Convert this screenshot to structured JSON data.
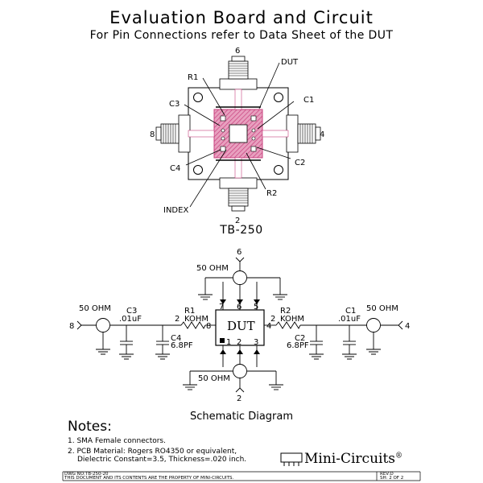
{
  "title": "Evaluation Board and Circuit",
  "subtitle": "For Pin Connections refer to Data Sheet of the DUT",
  "board": {
    "label": "TB-250",
    "labels": {
      "r1": "R1",
      "c3": "C3",
      "c4": "C4",
      "dut": "DUT",
      "c1": "C1",
      "c2": "C2",
      "r2": "R2",
      "index": "INDEX"
    },
    "ports": {
      "top": "6",
      "left": "8",
      "right": "4",
      "bottom": "2"
    }
  },
  "schematic": {
    "title": "Schematic Diagram",
    "dut_label": "DUT",
    "ohm_left": "50 OHM",
    "ohm_right": "50 OHM",
    "ohm_top": "50 OHM",
    "ohm_bottom": "50 OHM",
    "port_left": "8",
    "port_right": "4",
    "port_top": "6",
    "port_bottom": "2",
    "c3_name": "C3",
    "c3_value": ".01uF",
    "c1_name": "C1",
    "c1_value": ".01uF",
    "r1_name": "R1",
    "r1_value_num": "2",
    "r1_value_unit": "KOHM",
    "r2_name": "R2",
    "r2_value_num": "2",
    "r2_value_unit": "KOHM",
    "c4_name": "C4",
    "c4_value": "6.8PF",
    "c2_name": "C2",
    "c2_value": "6.8PF",
    "pin_7": "7",
    "pin_6": "6",
    "pin_5": "5",
    "pin_8": "8",
    "pin_4": "4",
    "pin_1": "1",
    "pin_2": "2",
    "pin_3": "3"
  },
  "notes": {
    "heading": "Notes:",
    "items": [
      "1. SMA Female connectors.",
      "2. PCB Material: Rogers RO4350 or equivalent,",
      "Dielectric Constant=3.5, Thickness=.020 inch."
    ]
  },
  "logo": {
    "text": "Mini-Circuits",
    "mark": "®"
  },
  "footer": {
    "dwg": "DWG NO:TB-250-20",
    "property": "THIS DOCUMENT AND ITS CONTENTS ARE THE PROPERTY OF MINI-CIRCUITS.",
    "rev": "REV:D",
    "sheet": "SH: 2  OF  2"
  }
}
